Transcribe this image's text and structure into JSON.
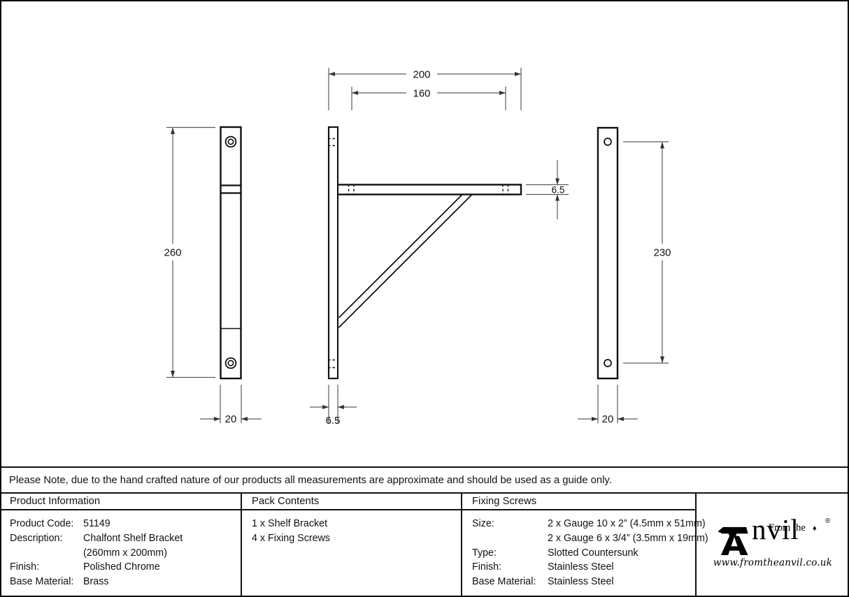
{
  "note": "Please Note, due to the hand crafted nature of our products all measurements are approximate and should be used as a guide only.",
  "sections": {
    "product_information": {
      "header": "Product Information",
      "rows": [
        {
          "label": "Product Code:",
          "value": "51149"
        },
        {
          "label": "Description:",
          "value": "Chalfont Shelf Bracket"
        },
        {
          "label": "",
          "value": "(260mm x 200mm)"
        },
        {
          "label": "Finish:",
          "value": "Polished Chrome"
        },
        {
          "label": "Base Material:",
          "value": "Brass"
        }
      ]
    },
    "pack_contents": {
      "header": "Pack Contents",
      "items": [
        "1 x Shelf Bracket",
        "4 x Fixing Screws"
      ]
    },
    "fixing_screws": {
      "header": "Fixing Screws",
      "rows": [
        {
          "label": "Size:",
          "value": "2 x Gauge 10 x 2” (4.5mm x 51mm)"
        },
        {
          "label": "",
          "value": "2 x Gauge 6 x 3/4” (3.5mm x 19mm)"
        },
        {
          "label": "Type:",
          "value": "Slotted Countersunk"
        },
        {
          "label": "Finish:",
          "value": "Stainless Steel"
        },
        {
          "label": "Base Material:",
          "value": "Stainless Steel"
        }
      ]
    }
  },
  "logo": {
    "prefix": "From the",
    "diamond": "♦",
    "name_rest": "nvil",
    "registered": "®",
    "website": "www.fromtheanvil.co.uk"
  },
  "drawing": {
    "type": "technical-drawing",
    "line_color": "#0f0f0f",
    "dimension_color": "#5a5a5a",
    "dims": {
      "overall_width": "200",
      "hole_spacing_top": "160",
      "upright_height": "260",
      "upright_width": "20",
      "arm_thickness": "6.5",
      "upright_thickness": "6.5",
      "arm_hole_spacing": "230",
      "arm_width": "20"
    }
  }
}
